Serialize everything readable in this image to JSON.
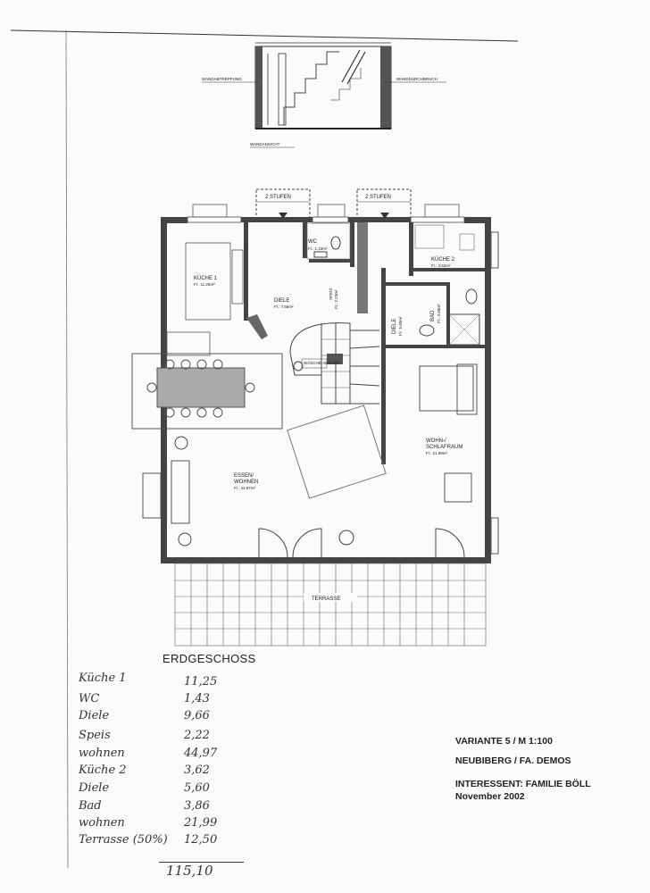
{
  "elevation": {
    "label_left": "WANDABTREPPUNG",
    "label_right": "WANDDURCHBRUCH",
    "label_bottom": "WANDANSICHT"
  },
  "plan": {
    "steps_left": "2 STUFEN",
    "steps_right": "2 STUFEN",
    "rooms": {
      "kueche1": {
        "name": "KÜCHE 1",
        "area": "Fl.: 11.25m²"
      },
      "wc": {
        "name": "WC",
        "area": "Fl.: 1.43m²"
      },
      "diele1": {
        "name": "DIELE",
        "area": "Fl.: 7.66m²"
      },
      "speis": {
        "name": "SPEIS",
        "area": "Fl.: 2.22m²"
      },
      "kueche2": {
        "name": "KÜCHE 2",
        "area": "Fl.: 3.62m²"
      },
      "diele2": {
        "name": "DIELE",
        "area": "Fl.: 5.60m²"
      },
      "bad": {
        "name": "BAD",
        "area": "Fl.: 3.86m²"
      },
      "essen_line1": "ESSEN/",
      "essen_line2": "WOHNEN",
      "essen_area": "Fl.: 44.97m²",
      "wohn_line1": "WOHN-/",
      "wohn_line2": "SCHLAFRAUM",
      "wohn_area": "Fl.: 21.99m²",
      "terrasse": "TERRASSE",
      "stair_note": "WÄSCHE-ABWURF"
    }
  },
  "title": "ERDGESCHOSS",
  "area_list": [
    {
      "name": "Küche 1",
      "value": "11,25"
    },
    {
      "name": "WC",
      "value": "1,43"
    },
    {
      "name": "Diele",
      "value": "9,66"
    },
    {
      "name": "Speis",
      "value": "2,22"
    },
    {
      "name": "wohnen",
      "value": "44,97"
    },
    {
      "name": "Küche 2",
      "value": "3,62"
    },
    {
      "name": "Diele",
      "value": "5,60"
    },
    {
      "name": "Bad",
      "value": "3,86"
    },
    {
      "name": "wohnen",
      "value": "21,99"
    },
    {
      "name": "Terrasse (50%)",
      "value": "12,50"
    }
  ],
  "area_total": "115,10",
  "info": {
    "line1": "VARIANTE 5 / M 1:100",
    "line2": "NEUBIBERG / FA. DEMOS",
    "line3": "INTERESSENT: FAMILIE BÖLL",
    "line4": "November 2002"
  }
}
